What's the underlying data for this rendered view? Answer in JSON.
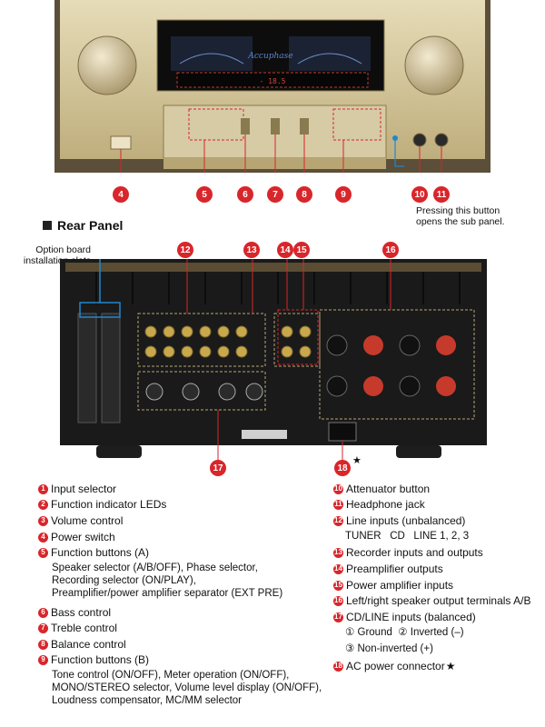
{
  "callout_numbers": [
    "4",
    "5",
    "6",
    "7",
    "8",
    "9",
    "10",
    "11",
    "12",
    "13",
    "14",
    "15",
    "16",
    "17",
    "18"
  ],
  "front_note": [
    "Pressing this button",
    "opens the sub panel."
  ],
  "rear_heading": "Rear Panel",
  "option_board_label": [
    "Option board",
    "installation slots"
  ],
  "legend_left": [
    {
      "n": "1",
      "text": "Input selector"
    },
    {
      "n": "2",
      "text": "Function indicator LEDs"
    },
    {
      "n": "3",
      "text": "Volume control"
    },
    {
      "n": "4",
      "text": "Power switch"
    },
    {
      "n": "5",
      "text": "Function buttons (A)"
    }
  ],
  "legend_left_5_detail": [
    "Speaker selector (A/B/OFF), Phase selector,",
    "Recording selector (ON/PLAY),",
    "Preamplifier/power amplifier separator (EXT PRE)"
  ],
  "legend_left_b": [
    {
      "n": "6",
      "text": "Bass control"
    },
    {
      "n": "7",
      "text": "Treble control"
    },
    {
      "n": "8",
      "text": "Balance control"
    },
    {
      "n": "9",
      "text": "Function buttons (B)"
    }
  ],
  "legend_left_9_detail": [
    "Tone control (ON/OFF), Meter operation (ON/OFF),",
    "MONO/STEREO selector, Volume level display (ON/OFF),",
    "Loudness compensator, MC/MM selector"
  ],
  "legend_right": [
    {
      "n": "10",
      "text": "Attenuator button"
    },
    {
      "n": "11",
      "text": "Headphone jack"
    },
    {
      "n": "12",
      "text": "Line inputs (unbalanced)"
    }
  ],
  "legend_right_12_detail": "TUNER   CD   LINE 1, 2, 3",
  "legend_right_b": [
    {
      "n": "13",
      "text": "Recorder inputs and outputs"
    },
    {
      "n": "14",
      "text": "Preamplifier outputs"
    },
    {
      "n": "15",
      "text": "Power amplifier inputs"
    },
    {
      "n": "16",
      "text": "Left/right speaker output terminals A/B"
    },
    {
      "n": "17",
      "text": "CD/LINE inputs (balanced)"
    }
  ],
  "legend_right_17_detail": [
    "① Ground  ② Inverted (–)",
    "③ Non-inverted (+)"
  ],
  "legend_right_18": {
    "n": "18",
    "text": "AC power connector"
  },
  "star": "★",
  "front_display_text": "- 18.5",
  "colors": {
    "callout": "#d8262b",
    "gold": "#cdbf93",
    "chassis": "#1a1a1a",
    "blue": "#1e88d0"
  }
}
